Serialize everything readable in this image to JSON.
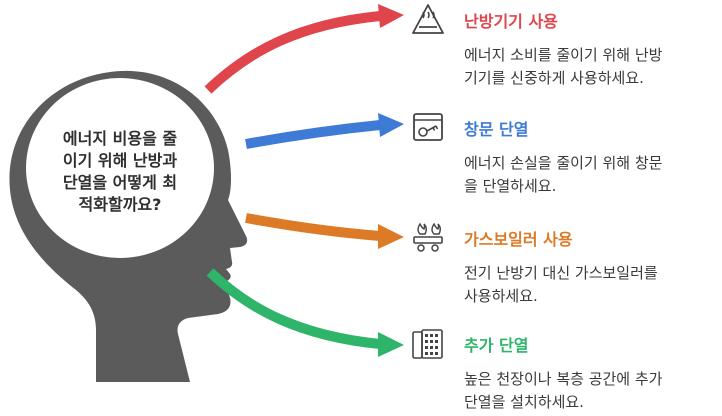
{
  "center": {
    "question_lines": [
      "에너지 비용을 줄",
      "이기 위해 난방과",
      "단열을 어떻게 최",
      "적화할까요?"
    ]
  },
  "items": [
    {
      "title": "난방기기 사용",
      "desc_lines": [
        "에너지 소비를 줄이기 위해 난방",
        "기기를 신중하게 사용하세요."
      ],
      "color": "#e0454b",
      "icon": "heater-icon"
    },
    {
      "title": "창문 단열",
      "desc_lines": [
        "에너지 손실을 줄이기 위해 창문",
        "을 단열하세요."
      ],
      "color": "#3e7bd6",
      "icon": "window-key-icon"
    },
    {
      "title": "가스보일러 사용",
      "desc_lines": [
        "전기 난방기 대신 가스보일러를",
        "사용하세요."
      ],
      "color": "#dc7a25",
      "icon": "gas-burner-icon"
    },
    {
      "title": "추가 단열",
      "desc_lines": [
        "높은 천장이나 복층 공간에 추가",
        "단열을 설치하세요."
      ],
      "color": "#2eb56a",
      "icon": "insulation-panel-icon"
    }
  ],
  "colors": {
    "head": "#5b5b5b",
    "head_inner": "#ffffff",
    "text": "#3a3a3a"
  }
}
